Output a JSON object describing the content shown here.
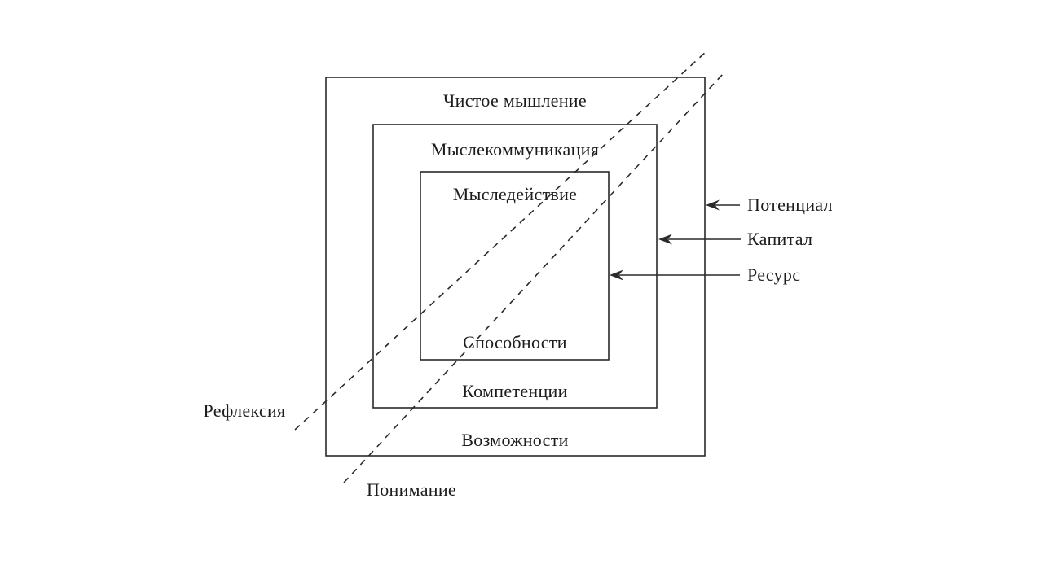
{
  "diagram": {
    "rings": [
      {
        "name": "outer",
        "top_label": "Чистое мышление",
        "bottom_label": "Возможности",
        "arrow_label": "Потенциал"
      },
      {
        "name": "middle",
        "top_label": "Мыслекоммуникация",
        "bottom_label": "Компетенции",
        "arrow_label": "Капитал"
      },
      {
        "name": "inner",
        "top_label": "Мыследействие",
        "bottom_label": "Способности",
        "arrow_label": "Ресурс"
      }
    ],
    "diagonals": [
      {
        "label": "Рефлексия"
      },
      {
        "label": "Понимание"
      }
    ],
    "colors": {
      "line": "#2a2a2a",
      "background": "#ffffff",
      "text": "#1c1c1c"
    }
  }
}
